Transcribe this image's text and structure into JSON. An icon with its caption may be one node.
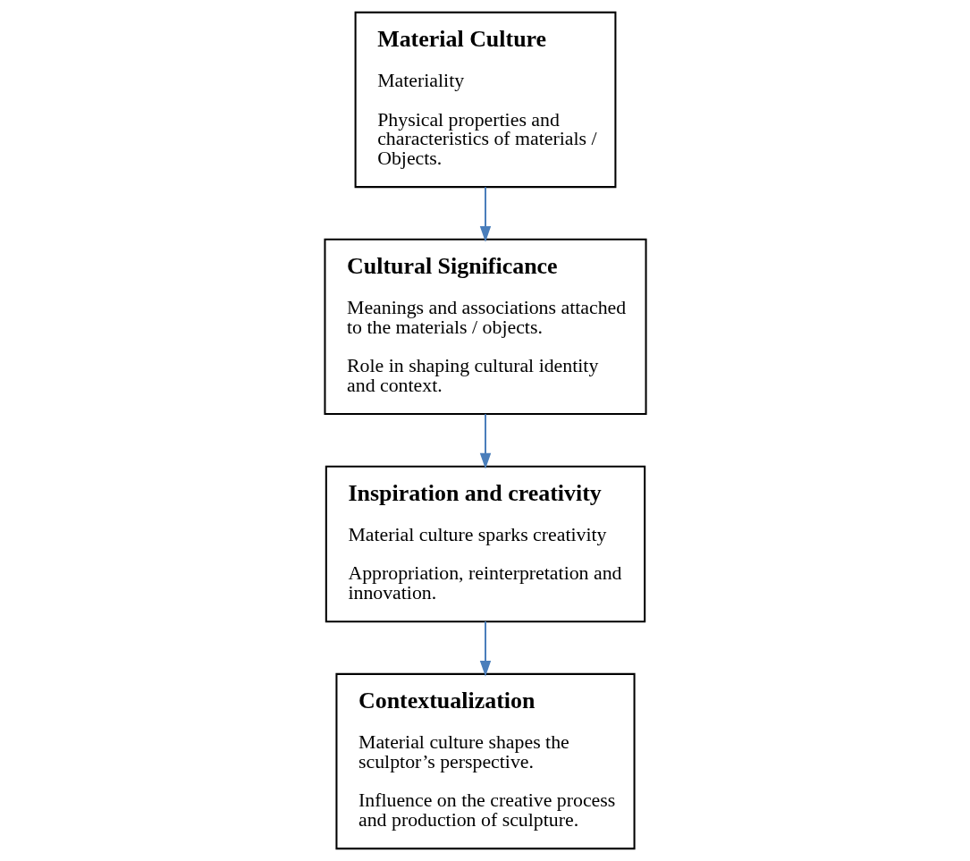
{
  "diagram": {
    "nodes": [
      {
        "text": [
          "Material Culture",
          "Materiality",
          "Physical properties and characteristics of materials / Objects."
        ]
      },
      {
        "text": [
          "Cultural Significance",
          "Meanings and associations attached to the materials / objects.",
          "Role in shaping cultural identity and context."
        ]
      },
      {
        "text": [
          "Inspiration and creativity",
          "Material culture sparks creativity",
          "Appropriation, reinterpretation and innovation."
        ]
      },
      {
        "text": [
          "Contextualization",
          "Material culture shapes the sculptor’s perspective.",
          "Influence on the creative process and production of sculpture."
        ]
      }
    ],
    "edges": [
      {
        "from": 0,
        "to": 1,
        "arrow": "to"
      },
      {
        "from": 1,
        "to": 2,
        "arrow": "to"
      },
      {
        "from": 2,
        "to": 3,
        "arrow": "to"
      }
    ]
  }
}
